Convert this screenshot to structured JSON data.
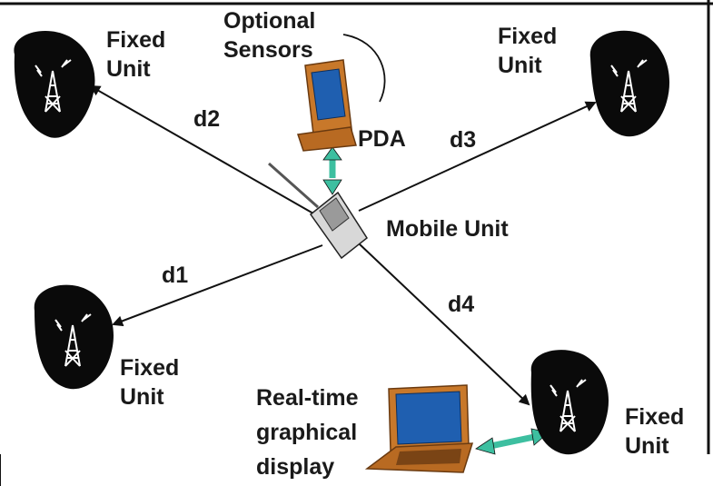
{
  "diagram": {
    "units": {
      "top_left": {
        "line1": "Fixed",
        "line2": "Unit"
      },
      "top_right": {
        "line1": "Fixed",
        "line2": "Unit"
      },
      "bottom_left": {
        "line1": "Fixed",
        "line2": "Unit"
      },
      "bottom_right": {
        "line1": "Fixed",
        "line2": "Unit"
      }
    },
    "mobile_unit": "Mobile Unit",
    "pda": "PDA",
    "sensors": {
      "line1": "Optional",
      "line2": "Sensors"
    },
    "display": {
      "line1": "Real-time",
      "line2": "graphical",
      "line3": "display"
    },
    "distances": {
      "d1": "d1",
      "d2": "d2",
      "d3": "d3",
      "d4": "d4"
    },
    "colors": {
      "link_arrow": "#3dbfa0",
      "unit_blob": "#0a0a0a",
      "device_body": "#c8782a",
      "screen": "#1f5fb0"
    }
  }
}
